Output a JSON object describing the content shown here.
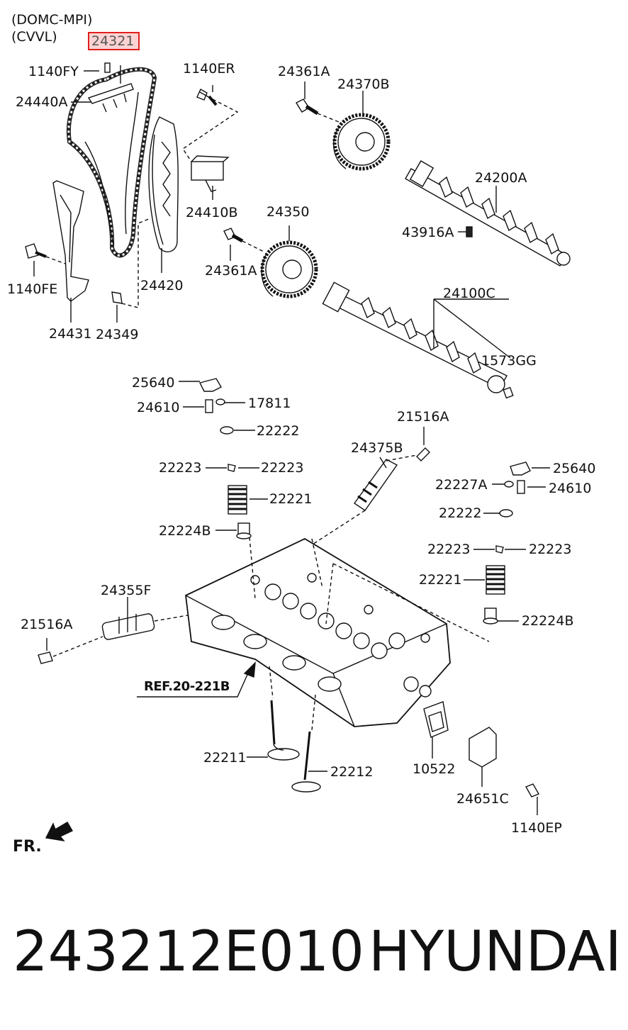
{
  "header": {
    "variant_line1": "(DOMC-MPI)",
    "variant_line2": "(CVVL)"
  },
  "highlighted_part": "24321",
  "reference": "REF.20-221B",
  "front_indicator": "FR.",
  "footer": {
    "part_number": "243212E010",
    "brand": "HYUNDAI"
  },
  "labels": {
    "p1140FY": "1140FY",
    "p24440A": "24440A",
    "p1140ER": "1140ER",
    "p24361A_top": "24361A",
    "p24370B": "24370B",
    "p24200A": "24200A",
    "p24410B": "24410B",
    "p24350": "24350",
    "p43916A": "43916A",
    "p1140FE": "1140FE",
    "p24361A_mid": "24361A",
    "p24420": "24420",
    "p24100C": "24100C",
    "p24431": "24431",
    "p24349": "24349",
    "p1573GG": "1573GG",
    "p25640_left": "25640",
    "p24610_left": "24610",
    "p17811": "17811",
    "p21516A_right": "21516A",
    "p22222_left": "22222",
    "p24375B": "24375B",
    "p22223_l1": "22223",
    "p22223_l2": "22223",
    "p25640_right": "25640",
    "p22227A": "22227A",
    "p24610_right": "24610",
    "p22221_left": "22221",
    "p22222_right": "22222",
    "p22224B_left": "22224B",
    "p22223_r1": "22223",
    "p22223_r2": "22223",
    "p24355F": "24355F",
    "p22221_right": "22221",
    "p21516A_left": "21516A",
    "p22224B_right": "22224B",
    "p22211": "22211",
    "p22212": "22212",
    "p10522": "10522",
    "p24651C": "24651C",
    "p1140EP": "1140EP"
  }
}
